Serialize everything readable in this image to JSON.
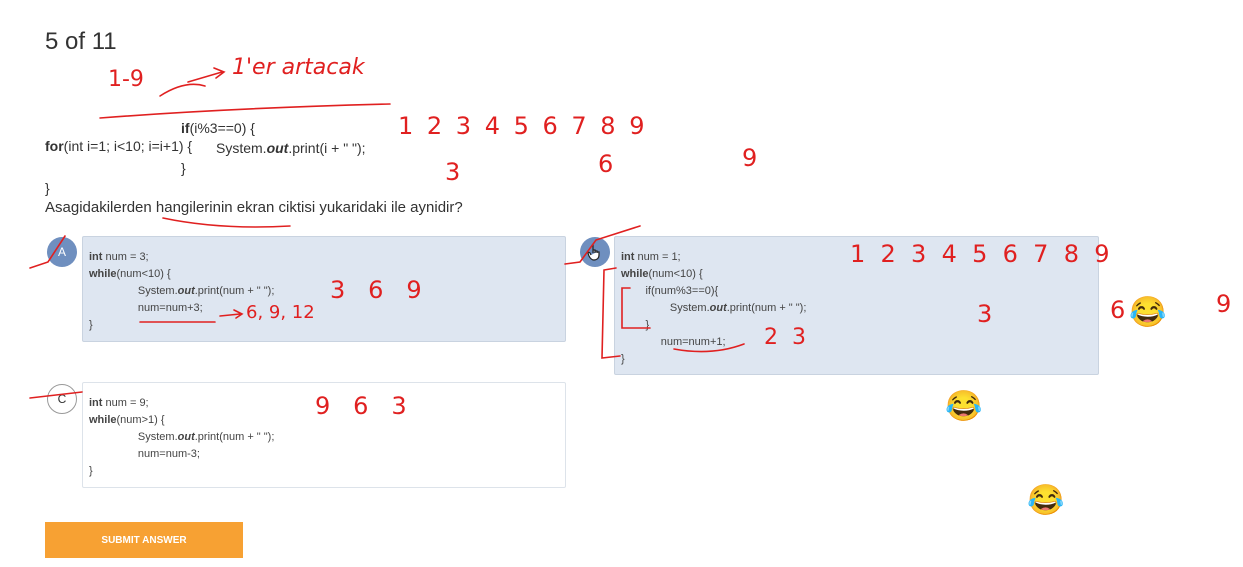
{
  "progress": "5 of 11",
  "question_code": {
    "line1_kw": "for",
    "line1_a": "(",
    "line1_kw2": "int",
    "line1_b": " i=1; i<10; i=i+1) {",
    "line2_kw": "if",
    "line2_rest": "(i%3==0) {",
    "line3_a": "System.",
    "line3_out": "out",
    "line3_b": ".print(i + \" \");",
    "line4": "}",
    "line5": "}"
  },
  "question_text": "Asagidakilerden hangilerinin ekran ciktisi yukaridaki ile aynidir?",
  "options": {
    "a": {
      "label": "A",
      "kw_int": "int",
      "l1": " num = 3;",
      "kw_while": "while",
      "l2": "(num<10) {",
      "l3a": "System.",
      "l3out": "out",
      "l3b": ".print(num + \" \");",
      "l4": "num=num+3;",
      "l5": "}"
    },
    "b": {
      "kw_int": "int",
      "l1": " num = 1;",
      "kw_while": "while",
      "l2": "(num<10) {",
      "l3": "if(num%3==0){",
      "l4a": "System.",
      "l4out": "out",
      "l4b": ".print(num + \" \");",
      "l5": "}",
      "l6": "num=num+1;",
      "l7": "}"
    },
    "c": {
      "label": "C",
      "kw_int": "int",
      "l1": " num = 9;",
      "kw_while": "while",
      "l2": "(num>1) {",
      "l3a": "System.",
      "l3out": "out",
      "l3b": ".print(num + \" \");",
      "l4": "num=num-3;",
      "l5": "}"
    }
  },
  "annotations": {
    "range": "1-9",
    "note": "1'er artacak",
    "seq_top": "1 2 3 4 5 6 7 8 9",
    "res_3": "3",
    "res_6": "6",
    "res_9": "9",
    "a_369": "3   6   9",
    "a_arrow": "6, 9, 12",
    "b_seq": "1  2  3  4  5  6  7  8  9",
    "b_23": "2  3",
    "b_3": "3",
    "b_6": "6",
    "b_9": "9",
    "c_963": "9   6   3"
  },
  "emoji": "😂",
  "submit_label": "SUBMIT ANSWER",
  "colors": {
    "accent": "#f7a133",
    "selected": "#dee6f1",
    "badge": "#6f8fbf",
    "ink": "#e02020"
  }
}
